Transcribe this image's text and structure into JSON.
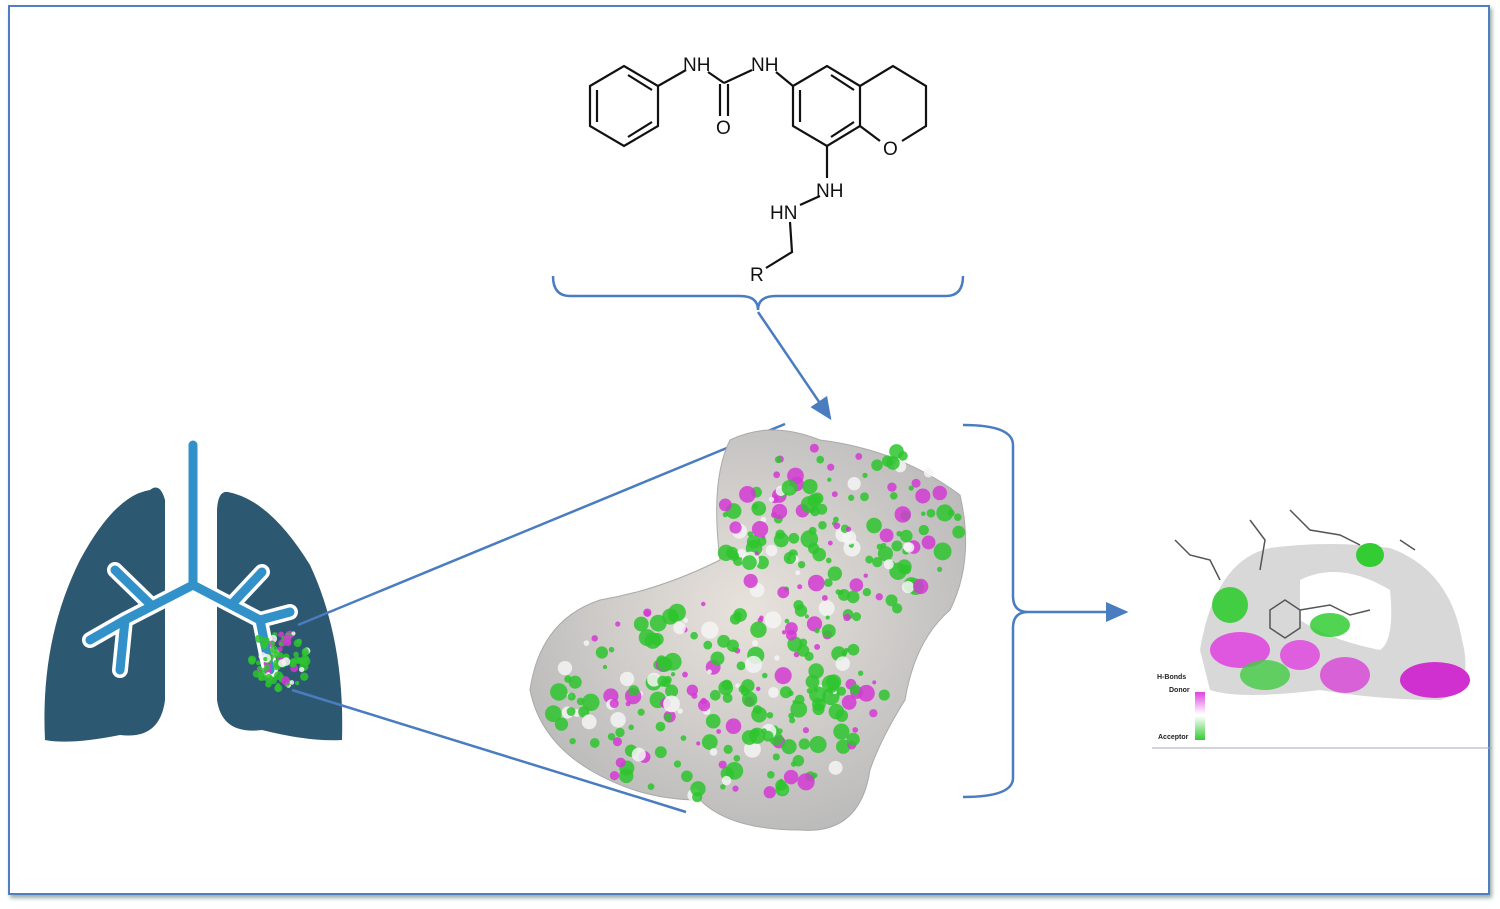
{
  "molecule": {
    "atoms": {
      "nh1": "NH",
      "nh2": "NH",
      "o_carbonyl": "O",
      "o_ring": "O",
      "nh3": "NH",
      "hn": "HN",
      "r_group": "R"
    }
  },
  "legend": {
    "title": "H-Bonds",
    "donor": "Donor",
    "acceptor": "Acceptor"
  },
  "colors": {
    "frame": "#4f7fbf",
    "lung": "#2d5871",
    "airway": "#3291c9",
    "donor": "#e040e0",
    "acceptor": "#33cc33",
    "arrow": "#4a7cc0"
  }
}
